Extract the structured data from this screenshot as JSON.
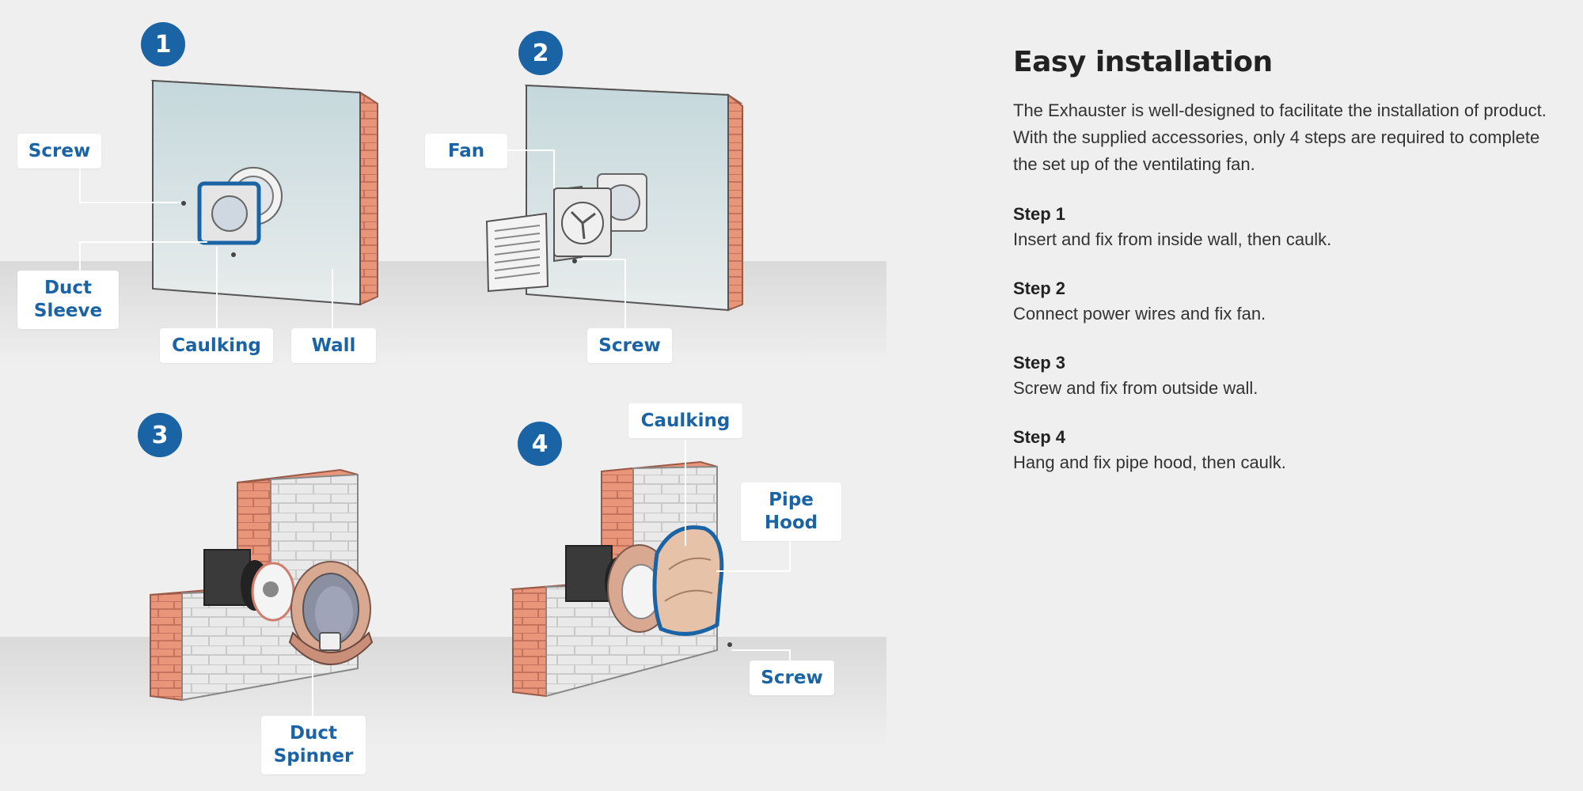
{
  "panel": {
    "title": "Easy installation",
    "intro": "The Exhauster is well-designed to facilitate the installation of product. With the supplied accessories, only 4 steps are required to complete the set up of the ventilating fan.",
    "steps": [
      {
        "title": "Step 1",
        "text": "Insert and fix from inside wall, then caulk."
      },
      {
        "title": "Step 2",
        "text": "Connect power wires and fix fan."
      },
      {
        "title": "Step 3",
        "text": "Screw and fix from outside wall."
      },
      {
        "title": "Step 4",
        "text": "Hang and fix pipe hood, then caulk."
      }
    ]
  },
  "badges": [
    "1",
    "2",
    "3",
    "4"
  ],
  "callouts": {
    "screw1": "Screw",
    "duct_sleeve": "Duct\nSleeve",
    "caulking1": "Caulking",
    "wall": "Wall",
    "fan": "Fan",
    "screw2": "Screw",
    "duct_spinner": "Duct\nSpinner",
    "caulking4": "Caulking",
    "pipe_hood": "Pipe\nHood",
    "screw4": "Screw"
  },
  "colors": {
    "accent": "#1a64a6",
    "brick": "#e8957a",
    "background": "#efefef"
  }
}
